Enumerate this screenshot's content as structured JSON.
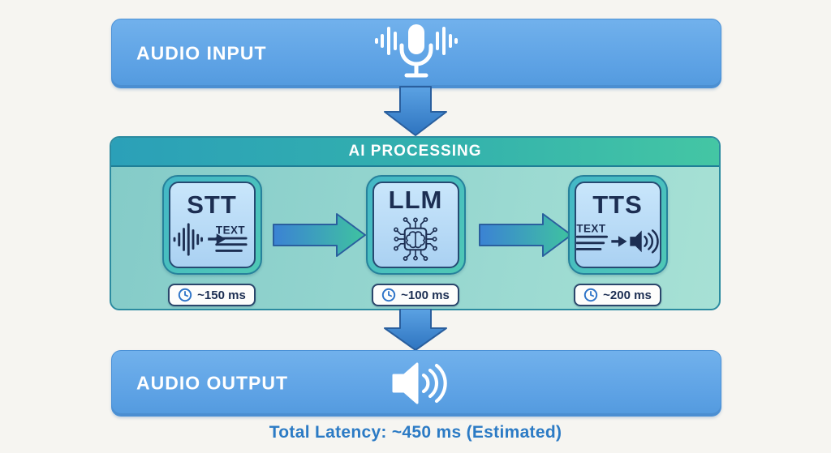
{
  "banners": {
    "input": {
      "label": "AUDIO INPUT",
      "icon": "microphone-icon"
    },
    "output": {
      "label": "AUDIO OUTPUT",
      "icon": "speaker-icon"
    }
  },
  "processing": {
    "title": "AI PROCESSING",
    "modules": [
      {
        "name": "STT",
        "icon": "speech-to-text-icon",
        "icon_label": "TEXT",
        "latency": "~150 ms"
      },
      {
        "name": "LLM",
        "icon": "brain-chip-icon",
        "latency": "~100 ms"
      },
      {
        "name": "TTS",
        "icon": "text-to-speech-icon",
        "icon_label": "TEXT",
        "latency": "~200 ms"
      }
    ]
  },
  "footer": {
    "total_latency": "Total Latency: ~450 ms (Estimated)"
  },
  "colors": {
    "banner_blue": "#5fa4e5",
    "header_teal_left": "#2ba0b8",
    "header_teal_right": "#44c6a4",
    "panel_body_teal": "#92d4cf",
    "module_fill_blue": "#b8d9f6",
    "module_ring_teal": "#49c0be",
    "text_navy": "#1c2e52",
    "arrow_blue": "#2f77c2",
    "arrow_green": "#3fc3a0",
    "latency_text_blue": "#2c7bc5"
  }
}
